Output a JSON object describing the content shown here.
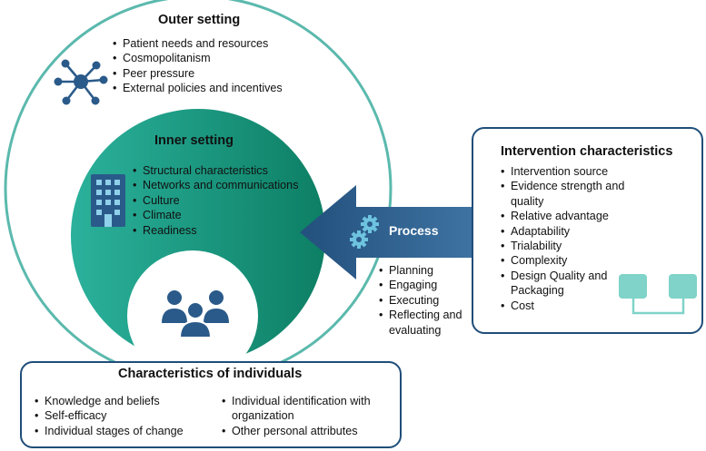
{
  "outer_setting": {
    "title": "Outer setting",
    "items": [
      "Patient needs and resources",
      "Cosmopolitanism",
      "Peer pressure",
      "External policies and incentives"
    ]
  },
  "inner_setting": {
    "title": "Inner setting",
    "items": [
      "Structural characteristics",
      "Networks and communications",
      "Culture",
      "Climate",
      "Readiness"
    ]
  },
  "process": {
    "title": "Process",
    "items": [
      "Planning",
      "Engaging",
      "Executing",
      "Reflecting and evaluating"
    ]
  },
  "intervention_characteristics": {
    "title": "Intervention characteristics",
    "items": [
      "Intervention source",
      "Evidence strength and quality",
      "Relative advantage",
      "Adaptability",
      "Trialability",
      "Complexity",
      "Design Quality and Packaging",
      "Cost"
    ]
  },
  "characteristics_of_individuals": {
    "title": "Characteristics of individuals",
    "items_left": [
      "Knowledge and beliefs",
      "Self-efficacy",
      "Individual stages of change"
    ],
    "items_right": [
      "Individual identification with organization",
      "Other personal attributes"
    ]
  },
  "icons": {
    "outer": "network-icon",
    "inner": "building-icon",
    "individuals": "people-group-icon",
    "process": "gears-icon",
    "intervention": "connected-nodes-icon"
  },
  "colors": {
    "teal_outline": "#5bb9ad",
    "green_gradient_start": "#2bb19c",
    "green_gradient_end": "#0d7f64",
    "navy": "#1f4e79",
    "arrow_blue": "#2b5e8c",
    "icon_blue": "#2a5a8a",
    "light_teal_icon": "#7fd3c8"
  }
}
